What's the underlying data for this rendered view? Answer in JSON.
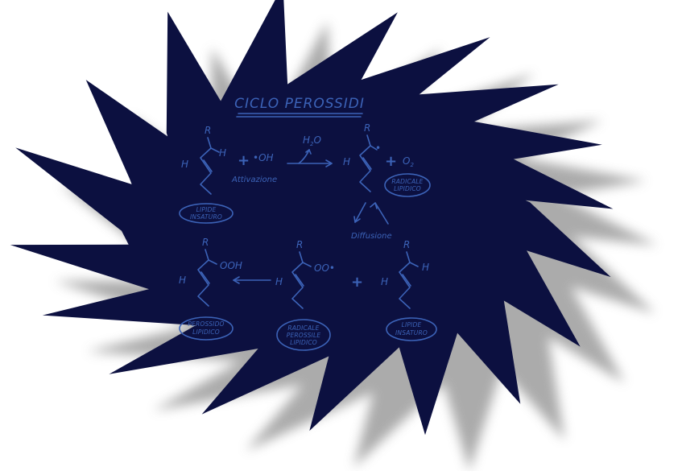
{
  "title": "CICLO PEROSSIDI",
  "colors": {
    "burst": "#0c1040",
    "ink": "#3c63b8",
    "shadow": "#9a9a9a",
    "background": "#ffffff"
  },
  "top_row": {
    "lipid": {
      "r": "R",
      "left": "H",
      "right": "H",
      "oval": [
        "LIPIDE",
        "INSATURO"
      ]
    },
    "plus_1": "+",
    "hydroxyl": "•OH",
    "activation": "Attivazione",
    "water": "H",
    "water_sub": "2",
    "water_o": "O",
    "radical": {
      "r": "R",
      "left": "H",
      "dot": "•",
      "oval": [
        "RADICALE",
        "LIPIDICO"
      ]
    },
    "plus_2": "+",
    "oxygen": "O",
    "oxygen_sub": "2"
  },
  "diffusion": "Diffusione",
  "bottom_row": {
    "peroxide": {
      "r": "R",
      "left": "H",
      "right": "OOH",
      "oval": [
        "PEROSSIDO",
        "LIPIDICO"
      ]
    },
    "peroxyl": {
      "r": "R",
      "left": "H",
      "right": "OO•",
      "oval": [
        "RADICALE",
        "PEROSSILE",
        "LIPIDICO"
      ]
    },
    "plus": "+",
    "lipid": {
      "r": "R",
      "left": "H",
      "right": "H",
      "oval": [
        "LIPIDE",
        "INSATURO"
      ]
    }
  }
}
